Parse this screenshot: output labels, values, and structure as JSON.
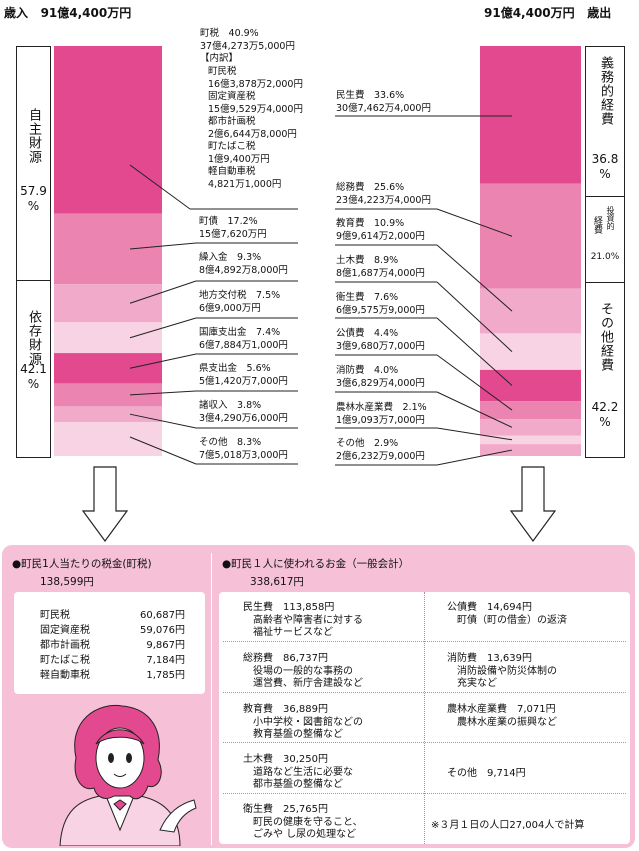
{
  "chart_data": [
    {
      "type": "bar",
      "title": "歳入",
      "total": "91億4,400万円",
      "series": [
        {
          "label": "町税",
          "pct": 40.9,
          "amount": "37億4,273万5,000円",
          "color": "#e2498f"
        },
        {
          "label": "町債",
          "pct": 17.2,
          "amount": "15億7,620万円",
          "color": "#ec84b2"
        },
        {
          "label": "繰入金",
          "pct": 9.3,
          "amount": "8億4,892万8,000円",
          "color": "#f2aacb"
        },
        {
          "label": "地方交付税",
          "pct": 7.5,
          "amount": "6億9,000万円",
          "color": "#f8d3e3"
        },
        {
          "label": "国庫支出金",
          "pct": 7.4,
          "amount": "6億7,884万1,000円",
          "color": "#e2498f"
        },
        {
          "label": "県支出金",
          "pct": 5.6,
          "amount": "5億1,420万7,000円",
          "color": "#ec84b2"
        },
        {
          "label": "諸収入",
          "pct": 3.8,
          "amount": "3億4,290万6,000円",
          "color": "#f2aacb"
        },
        {
          "label": "その他",
          "pct": 8.3,
          "amount": "7億5,018万3,000円",
          "color": "#f8d3e3"
        }
      ],
      "breakdown_title": "【内訳】",
      "breakdown": [
        {
          "label": "町民税",
          "amount": "16億3,878万2,000円"
        },
        {
          "label": "固定資産税",
          "amount": "15億9,529万4,000円"
        },
        {
          "label": "都市計画税",
          "amount": "2億6,644万8,000円"
        },
        {
          "label": "町たばこ税",
          "amount": "1億9,400万円"
        },
        {
          "label": "軽自動車税",
          "amount": "4,821万1,000円"
        }
      ],
      "groups": [
        {
          "label": "自主財源",
          "pct": "57.9\n%"
        },
        {
          "label": "依存財源",
          "pct": "42.1\n%"
        }
      ]
    },
    {
      "type": "bar",
      "title": "歳出",
      "total": "91億4,400万円",
      "series": [
        {
          "label": "民生費",
          "pct": 33.6,
          "amount": "30億7,462万4,000円",
          "color": "#e2498f"
        },
        {
          "label": "総務費",
          "pct": 25.6,
          "amount": "23億4,223万4,000円",
          "color": "#ec84b2"
        },
        {
          "label": "教育費",
          "pct": 10.9,
          "amount": "9億9,614万2,000円",
          "color": "#f2aacb"
        },
        {
          "label": "土木費",
          "pct": 8.9,
          "amount": "8億1,687万4,000円",
          "color": "#f8d3e3"
        },
        {
          "label": "衛生費",
          "pct": 7.6,
          "amount": "6億9,575万9,000円",
          "color": "#e2498f"
        },
        {
          "label": "公債費",
          "pct": 4.4,
          "amount": "3億9,680万7,000円",
          "color": "#ec84b2"
        },
        {
          "label": "消防費",
          "pct": 4.0,
          "amount": "3億6,829万4,000円",
          "color": "#f2aacb"
        },
        {
          "label": "農林水産業費",
          "pct": 2.1,
          "amount": "1億9,093万7,000円",
          "color": "#f8d3e3"
        },
        {
          "label": "その他",
          "pct": 2.9,
          "amount": "2億6,232万9,000円",
          "color": "#f2aacb"
        }
      ],
      "groups": [
        {
          "label": "義務的経費",
          "pct": "36.8\n%"
        },
        {
          "label": "経費",
          "label2": "投資的",
          "pct": "21.0%"
        },
        {
          "label": "その他経費",
          "pct": "42.2\n%"
        }
      ]
    }
  ],
  "tax": {
    "title": "●町民1人当たりの税金(町税)",
    "total": "138,599円",
    "rows": [
      {
        "label": "町民税",
        "value": "60,687円"
      },
      {
        "label": "固定資産税",
        "value": "59,076円"
      },
      {
        "label": "都市計画税",
        "value": "9,867円"
      },
      {
        "label": "町たばこ税",
        "value": "7,184円"
      },
      {
        "label": "軽自動車税",
        "value": "1,785円"
      }
    ]
  },
  "spend": {
    "title": "●町民１人に使われるお金（一般会計）",
    "total": "338,617円",
    "left": [
      "民生費　113,858円\n　高齢者や障害者に対する\n　福祉サービスなど",
      "総務費　86,737円\n　役場の一般的な事務の\n　運営費、新庁舎建設など",
      "教育費　36,889円\n　小中学校・図書館などの\n　教育基盤の整備など",
      "土木費　30,250円\n　道路など生活に必要な\n　都市基盤の整備など",
      "衛生費　25,765円\n　町民の健康を守ること、\n　ごみや し尿の処理など"
    ],
    "right": [
      "公債費　14,694円\n　町債（町の借金）の返済",
      "消防費　13,639円\n　消防設備や防災体制の\n　充実など",
      "農林水産業費　7,071円\n　農林水産業の振興など",
      "その他　9,714円",
      "※３月１日の人口27,004人で計算"
    ]
  }
}
